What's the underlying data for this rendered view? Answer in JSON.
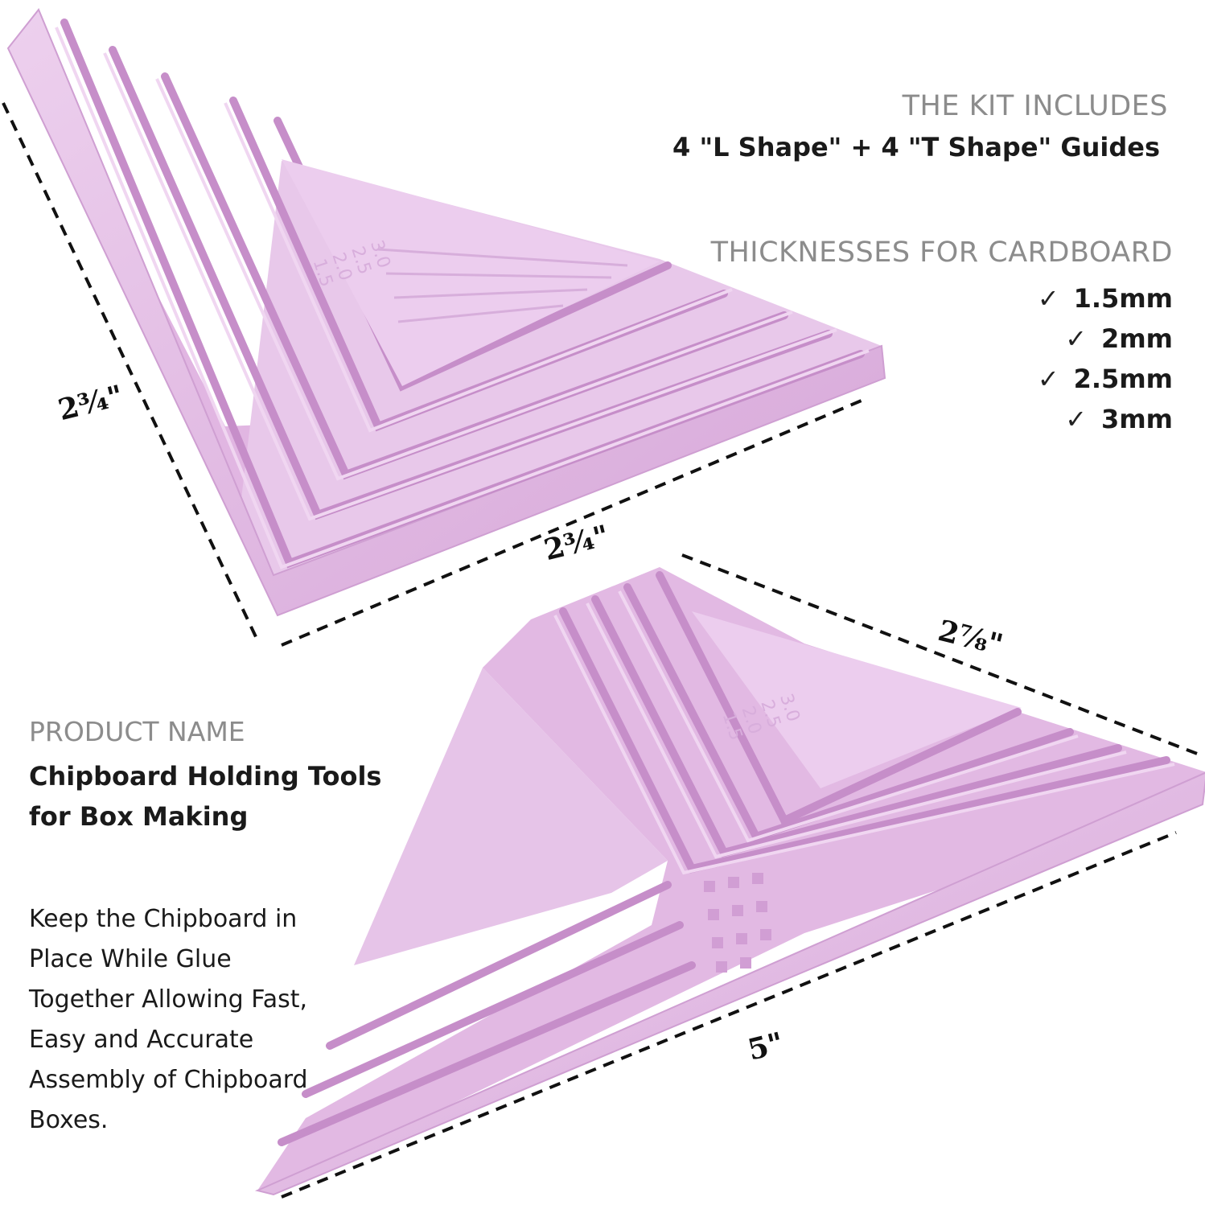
{
  "kit": {
    "heading": "THE KIT INCLUDES",
    "contents": "4 \"L Shape\" + 4 \"T Shape\" Guides"
  },
  "thicknesses": {
    "heading": "THICKNESSES FOR CARDBOARD",
    "check_icon": "checkmark-icon",
    "items": [
      "1.5mm",
      "2mm",
      "2.5mm",
      "3mm"
    ]
  },
  "product": {
    "heading": "PRODUCT NAME",
    "name_lines": [
      "Chipboard Holding Tools",
      "for Box Making"
    ]
  },
  "description_lines": [
    "Keep the Chipboard in",
    "Place While Glue",
    "Together Allowing Fast,",
    "Easy and Accurate",
    "Assembly of Chipboard",
    "Boxes."
  ],
  "dimensions": {
    "l_left": "2¾\"",
    "l_bottom": "2¾\"",
    "t_right": "2⅞\"",
    "t_bottom": "5\""
  },
  "product_scale_labels": [
    "3.0",
    "2.5",
    "2.0",
    "1.5"
  ],
  "colors": {
    "tool_light": "#e6c2e6",
    "tool_mid": "#d9a9d9",
    "tool_shadow": "#c48fc6",
    "heading_gray": "#8c8c8c"
  }
}
